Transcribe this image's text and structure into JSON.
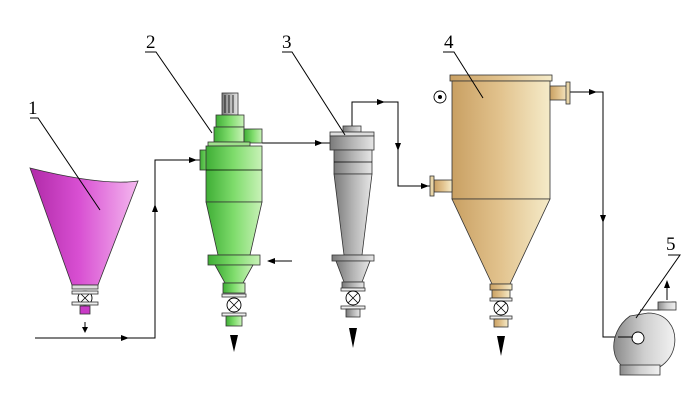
{
  "labels": {
    "feed_hopper": "1",
    "primary_cyclone": "2",
    "secondary_cyclone": "3",
    "bag_filter": "4",
    "fan": "5"
  },
  "colors": {
    "hopper": "#c93bc6",
    "primary_cyclone": "#69d15a",
    "secondary_cyclone": "#9c9c9c",
    "bag_filter": "#d8b57a",
    "fan": "#c9c9c9",
    "background": "#ffffff",
    "line": "#000000"
  }
}
